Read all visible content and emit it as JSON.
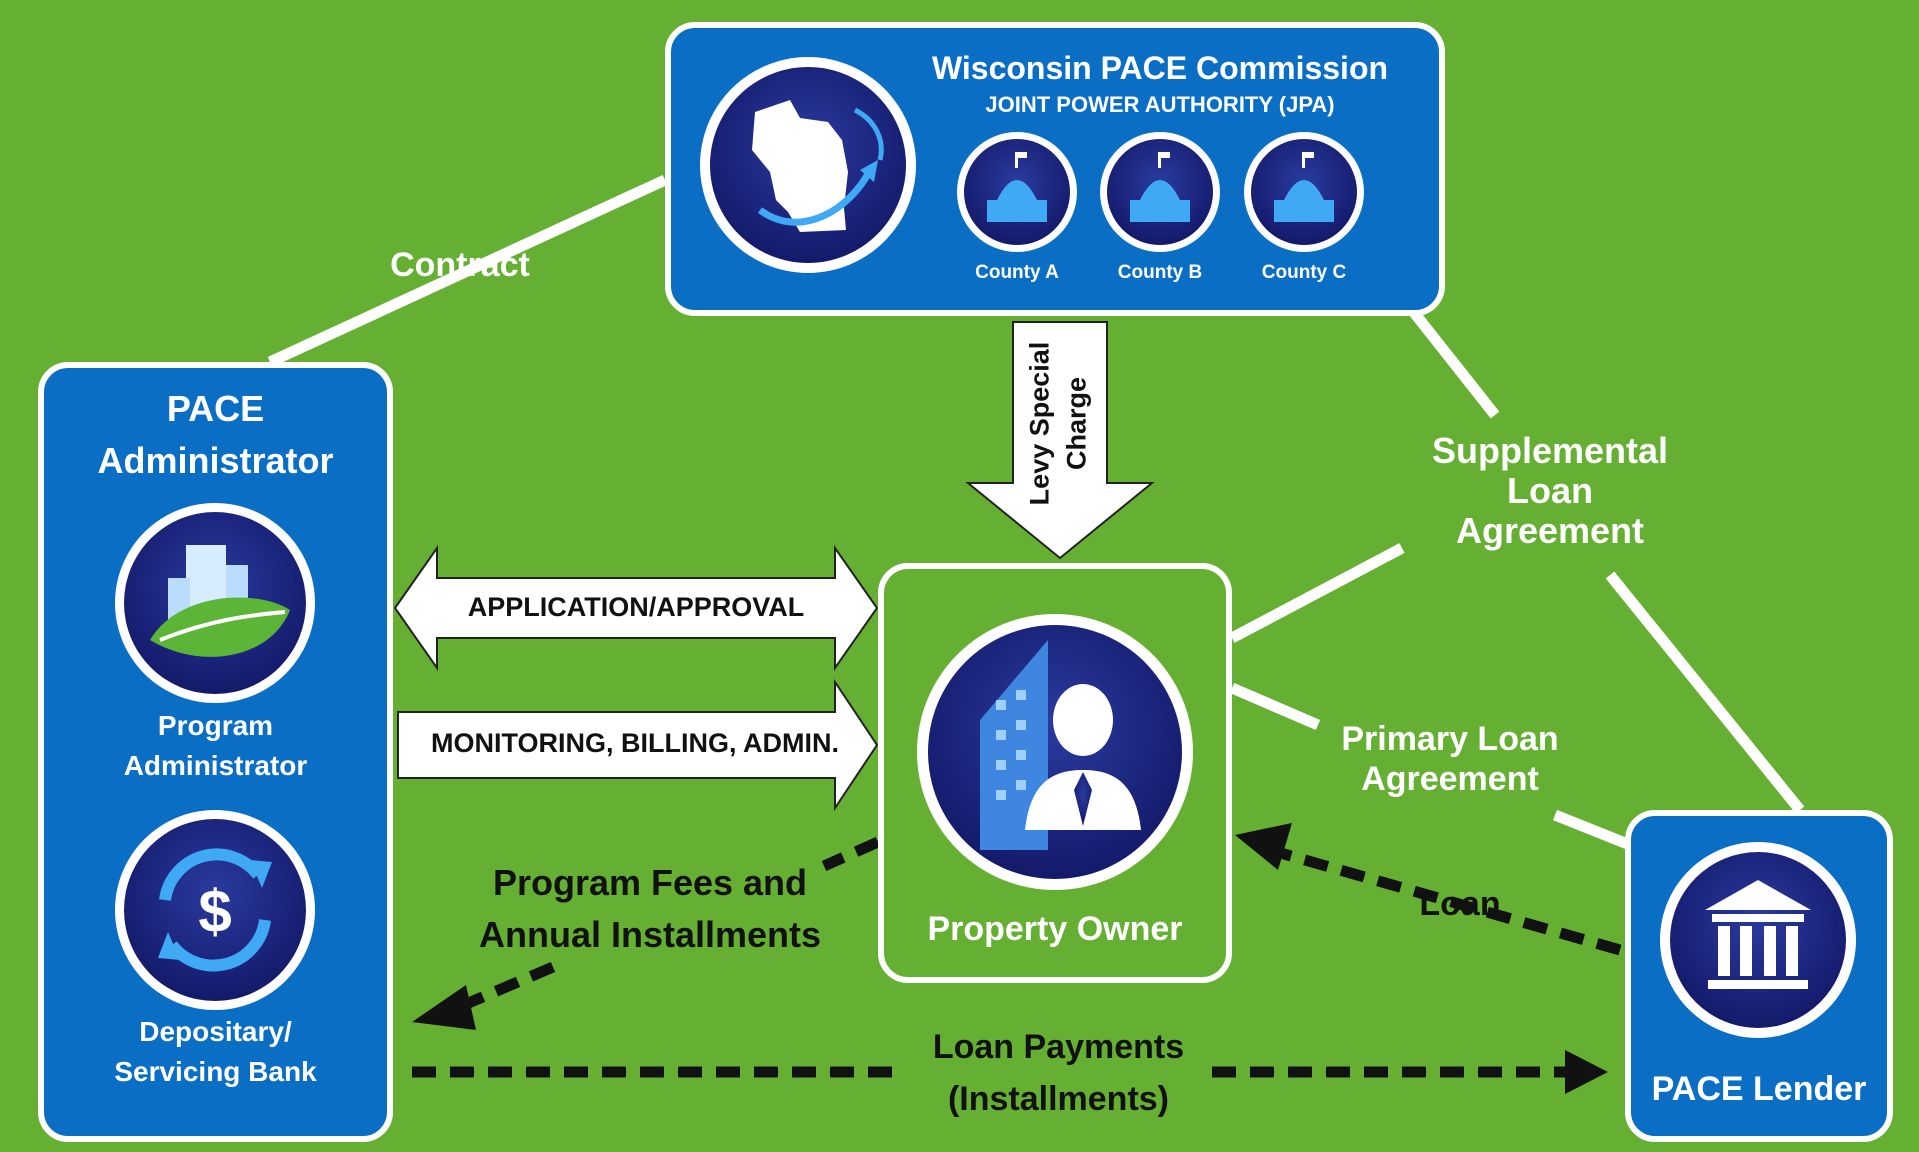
{
  "colors": {
    "background": "#65b032",
    "box_fill": "#0a6fc4",
    "box_border": "#ffffff",
    "icon_fill": "#1a237e",
    "icon_ring": "#ffffff",
    "arrow_fill": "#ffffff",
    "arrow_text": "#111111",
    "dashed_arrow": "#111111"
  },
  "commission": {
    "title": "Wisconsin PACE Commission",
    "subtitle": "JOINT POWER AUTHORITY (JPA)",
    "counties": [
      "County A",
      "County B",
      "County C"
    ],
    "map_icon": "wisconsin-map-icon",
    "county_icon": "capitol-building-icon"
  },
  "administrator": {
    "title_line1": "PACE",
    "title_line2": "Administrator",
    "program_label_line1": "Program",
    "program_label_line2": "Administrator",
    "program_icon": "green-building-leaf-icon",
    "bank_label_line1": "Depositary/",
    "bank_label_line2": "Servicing Bank",
    "bank_icon": "dollar-exchange-icon"
  },
  "owner": {
    "label": "Property Owner",
    "icon": "businessman-building-icon"
  },
  "lender": {
    "label": "PACE Lender",
    "icon": "bank-building-icon"
  },
  "connections": {
    "contract": "Contract",
    "levy_line1": "Levy Special",
    "levy_line2": "Charge",
    "application": "APPLICATION/APPROVAL",
    "monitoring": "MONITORING, BILLING, ADMIN.",
    "supplemental_line1": "Supplemental",
    "supplemental_line2": "Loan",
    "supplemental_line3": "Agreement",
    "primary_line1": "Primary Loan",
    "primary_line2": "Agreement",
    "fees_line1": "Program Fees and",
    "fees_line2": "Annual Installments",
    "loan": "Loan",
    "payments_line1": "Loan Payments",
    "payments_line2": "(Installments)"
  }
}
